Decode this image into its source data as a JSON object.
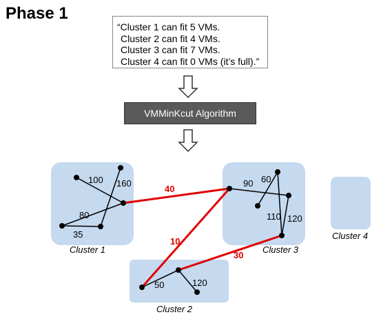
{
  "title": "Phase 1",
  "note_lines": [
    "“Cluster 1 can fit 5 VMs.",
    "Cluster 2 can fit 4 VMs.",
    "Cluster 3 can fit 7 VMs.",
    "Cluster 4 can fit 0 VMs (it’s full).”"
  ],
  "algorithm_label": "VMMinKcut Algorithm",
  "clusters": [
    "Cluster 1",
    "Cluster 2",
    "Cluster 3",
    "Cluster 4"
  ],
  "edge_weights": {
    "c1": [
      "100",
      "160",
      "80",
      "35"
    ],
    "c2": [
      "50",
      "120"
    ],
    "c3": [
      "90",
      "60",
      "110",
      "120"
    ]
  },
  "cut_weights": [
    "40",
    "10",
    "30"
  ],
  "colors": {
    "cluster_fill": "#c5d9ef",
    "cut_edge": "#e00000",
    "algorithm_box": "#595959"
  }
}
